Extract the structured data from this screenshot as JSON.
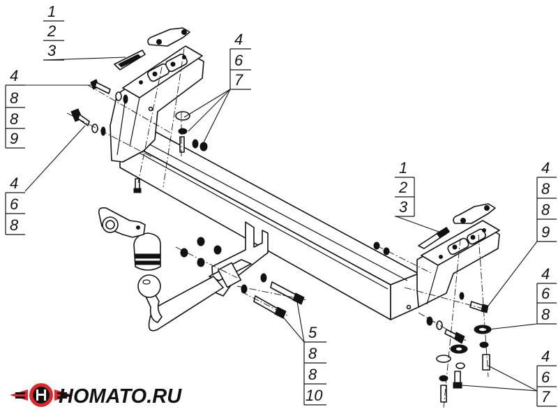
{
  "callouts": [
    {
      "id": "c1",
      "numbers": [
        "1",
        "2",
        "3"
      ]
    },
    {
      "id": "c2",
      "numbers": [
        "4",
        "8",
        "8",
        "9"
      ]
    },
    {
      "id": "c3",
      "numbers": [
        "4",
        "6",
        "8"
      ]
    },
    {
      "id": "c4",
      "numbers": [
        "4",
        "6",
        "7"
      ]
    },
    {
      "id": "c5",
      "numbers": [
        "1",
        "2",
        "3"
      ]
    },
    {
      "id": "c6",
      "numbers": [
        "4",
        "8",
        "8",
        "9"
      ]
    },
    {
      "id": "c7",
      "numbers": [
        "4",
        "6",
        "8"
      ]
    },
    {
      "id": "c8",
      "numbers": [
        "4",
        "6",
        "7"
      ]
    },
    {
      "id": "c9",
      "numbers": [
        "5",
        "8",
        "8",
        "10"
      ]
    }
  ],
  "logo": {
    "text": "HOMATO.RU",
    "colors": {
      "red": "#e3262b",
      "black": "#111111"
    }
  }
}
